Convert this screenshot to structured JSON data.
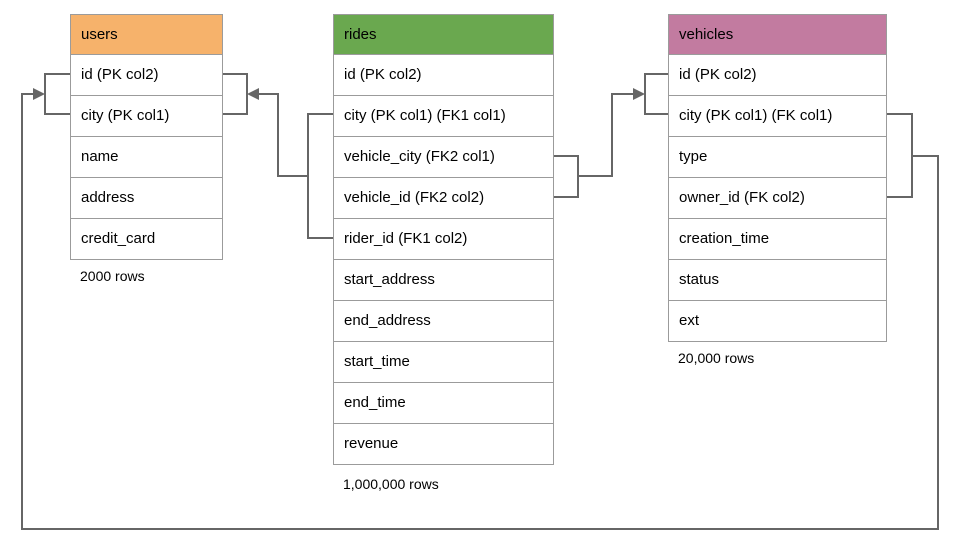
{
  "diagram": {
    "tables": [
      {
        "name": "users",
        "header_color": "#f6b26b",
        "columns": [
          "id (PK col2)",
          "city (PK col1)",
          "name",
          "address",
          "credit_card"
        ],
        "row_count_label": "2000 rows"
      },
      {
        "name": "rides",
        "header_color": "#6aa84f",
        "columns": [
          "id (PK col2)",
          "city (PK col1) (FK1 col1)",
          "vehicle_city (FK2 col1)",
          "vehicle_id (FK2 col2)",
          "rider_id (FK1 col2)",
          "start_address",
          "end_address",
          "start_time",
          "end_time",
          "revenue"
        ],
        "row_count_label": "1,000,000 rows"
      },
      {
        "name": "vehicles",
        "header_color": "#c27ba0",
        "columns": [
          "id (PK col2)",
          "city (PK col1) (FK col1)",
          "type",
          "owner_id (FK col2)",
          "creation_time",
          "status",
          "ext"
        ],
        "row_count_label": "20,000 rows"
      }
    ],
    "relationships": [
      {
        "name": "FK1",
        "from_table": "rides",
        "from_columns": [
          "city (FK1 col1)",
          "rider_id (FK1 col2)"
        ],
        "to_table": "users",
        "to_columns": [
          "city (PK col1)",
          "id (PK col2)"
        ]
      },
      {
        "name": "FK2",
        "from_table": "rides",
        "from_columns": [
          "vehicle_city (FK2 col1)",
          "vehicle_id (FK2 col2)"
        ],
        "to_table": "vehicles",
        "to_columns": [
          "city (PK col1)",
          "id (PK col2)"
        ]
      },
      {
        "name": "FK",
        "from_table": "vehicles",
        "from_columns": [
          "city (FK col1)",
          "owner_id (FK col2)"
        ],
        "to_table": "users",
        "to_columns": [
          "city (PK col1)",
          "id (PK col2)"
        ]
      }
    ],
    "colors": {
      "connector": "#666666",
      "table_border": "#9b9b9b",
      "text": "#000000",
      "background": "#ffffff"
    }
  }
}
